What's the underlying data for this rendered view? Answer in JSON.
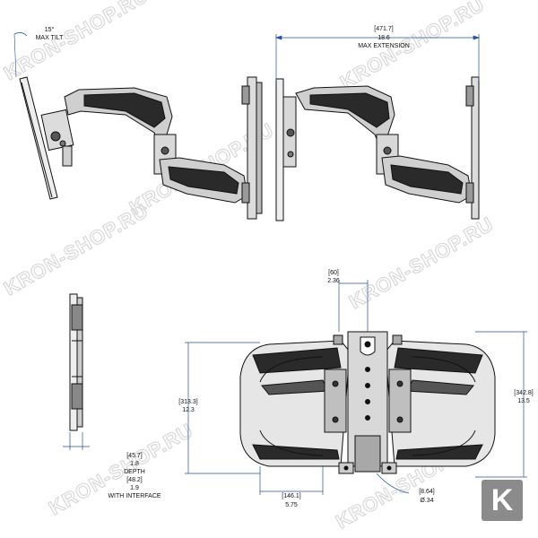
{
  "watermark": {
    "text": "KRON-SHOP.RU",
    "logo_letter": "K",
    "logo_color": "#8b8b8b"
  },
  "colors": {
    "line": "#111111",
    "dimension": "#2a4fa0",
    "arm_fill": "#cfcfcf",
    "watermark": "#d6d6d6"
  },
  "dimensions": {
    "tilt": {
      "value": "15°",
      "label": "MAX TILT"
    },
    "extension": {
      "mm": "[471.7]",
      "inch": "18.6",
      "label": "MAX EXTENSION"
    },
    "offset_top": {
      "mm": "[60]",
      "inch": "2.36"
    },
    "height_left": {
      "mm": "[313.3]",
      "inch": "12.3"
    },
    "height_right": {
      "mm": "[342.8]",
      "inch": "13.5"
    },
    "depth": {
      "mm": "[45.7]",
      "inch": "1.8",
      "label": "DEPTH",
      "mm_interface": "[48.2]",
      "inch_interface": "1.9",
      "label_interface": "WITH INTERFACE"
    },
    "offset_bottom": {
      "mm": "[146.1]",
      "inch": "5.75"
    },
    "hole": {
      "mm": "[8.64]",
      "inch": "Ø.34"
    }
  }
}
